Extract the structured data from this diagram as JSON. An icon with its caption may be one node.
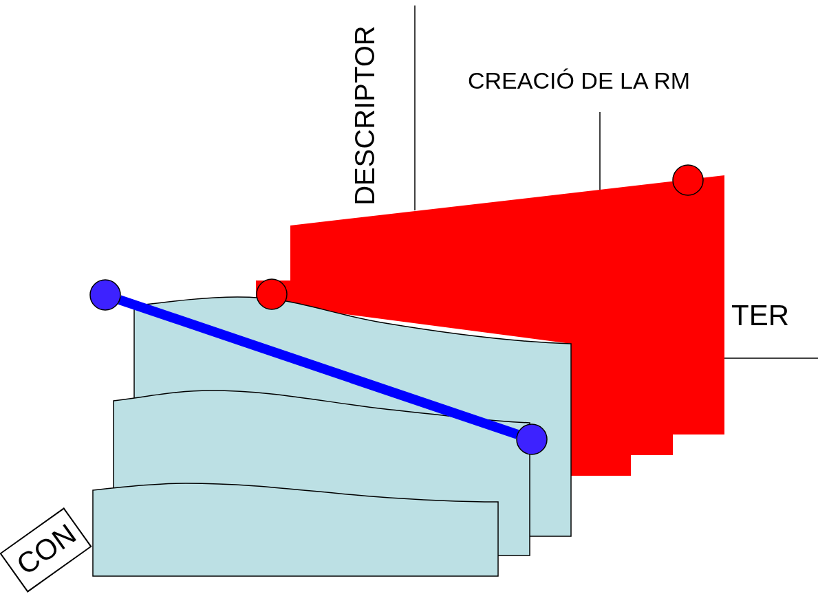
{
  "diagram": {
    "nodes": [
      {
        "text": [
          "CON"
        ]
      },
      {
        "text": [],
        "shape": "circle"
      },
      {
        "text": [],
        "shape": "circle"
      },
      {
        "text": [],
        "shape": "circle"
      },
      {
        "text": [],
        "shape": "circle"
      }
    ],
    "edges": [
      {
        "from": 1,
        "to": 2,
        "arrow": "none"
      }
    ],
    "labels": [
      "DESCRIPTOR",
      "CREACIÓ DE LA RM",
      "TER"
    ]
  }
}
